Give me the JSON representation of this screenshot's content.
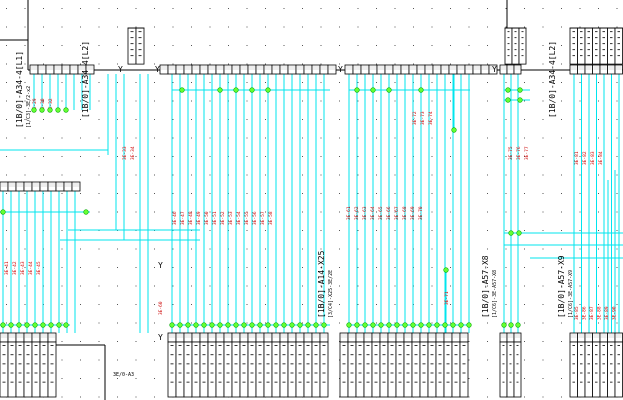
{
  "colors": {
    "background": "#ffffff",
    "frame": "#000000",
    "wire": "#00e5ee",
    "node": "#66ff33",
    "node_outline": "#00aa00",
    "label": "#cc0000",
    "ref": "#000000",
    "grid_dot": "#555555"
  },
  "frame_labels": {
    "cable_left": "[1B/0]-A34-4[L1]",
    "cable_left_sub": "[1/C3]-3E/2-x2",
    "cable_top_mid": "[1B/0]-A34-4[L2]",
    "cable_top_right": "[1B/0]-A34-4[L2]",
    "cable_bottom_mid": "[1B/0]-A14-X25",
    "cable_bottom_mid_sub": "[3/C4]-X25-3E/2E",
    "cable_bottom_right1": "[1B/0]-A57-X8",
    "cable_bottom_right1_sub": "[1/C6]-3E-A57-X8",
    "cable_bottom_right2": "[1B/0]-A57-X9",
    "cable_bottom_right2_sub": "[1/C6]-3E-A57-X9",
    "ref_tag": "3E/0-A3"
  },
  "y_markers": [
    "Y",
    "Y",
    "Y",
    "Y",
    "Y",
    "Y"
  ],
  "wire_labels": {
    "top_left": [
      "3E-29",
      "3E-30",
      "3E-32"
    ],
    "mid_left": [
      "3E-33",
      "3E-34"
    ],
    "left_col": [
      "3E-41",
      "3E-42",
      "3E-43",
      "3E-44",
      "3E-45"
    ],
    "center": [
      "3E-46",
      "3E-47",
      "3E-48",
      "3E-49",
      "3E-50",
      "3E-51",
      "3E-52",
      "3E-53",
      "3E-54",
      "3E-55",
      "3E-56",
      "3E-57",
      "3E-58"
    ],
    "center_low": [
      "3E-60"
    ],
    "right_mid": [
      "3E-61",
      "3E-62",
      "3E-63",
      "3E-64",
      "3E-65",
      "3E-66",
      "3E-67",
      "3E-68",
      "3E-69",
      "3E-70"
    ],
    "right_low": [
      "3E-71"
    ],
    "right_top": [
      "3E-72",
      "3E-73",
      "3E-74"
    ],
    "far_right_top": [
      "3E-75",
      "3E-76",
      "3E-77"
    ],
    "far_right": [
      "3E-81",
      "3E-82",
      "3E-83",
      "3E-84"
    ],
    "bottom_right": [
      "3E-85",
      "3E-86",
      "3E-87",
      "3E-88",
      "3E-89",
      "3E-90"
    ]
  }
}
